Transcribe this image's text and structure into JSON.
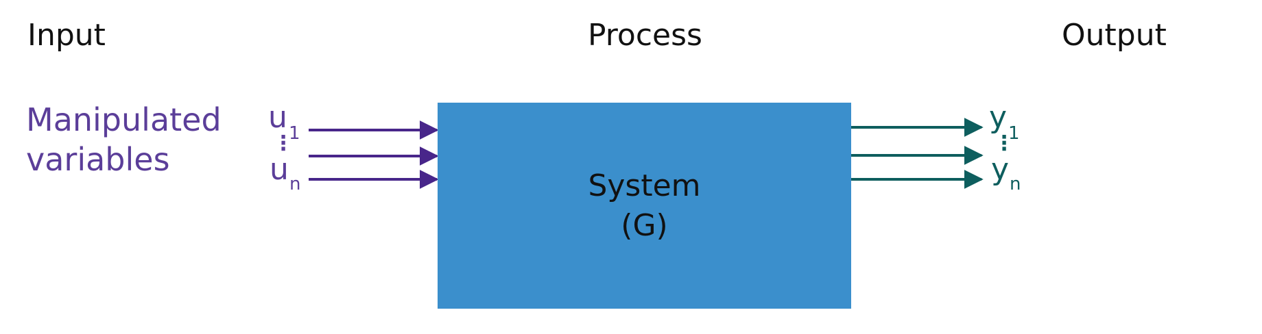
{
  "headings": {
    "input": "Input",
    "process": "Process",
    "output": "Output"
  },
  "input_label": {
    "line1": "Manipulated",
    "line2": "variables"
  },
  "system": {
    "line1": "System",
    "line2": "(G)"
  },
  "inputs": {
    "first": {
      "symbol": "u",
      "subscript": "1"
    },
    "dots": "⋮",
    "last": {
      "symbol": "u",
      "subscript": "n"
    }
  },
  "outputs": {
    "first": {
      "symbol": "y",
      "subscript": "1"
    },
    "dots": "⋮",
    "last": {
      "symbol": "y",
      "subscript": "n"
    }
  },
  "colors": {
    "input_purple": "#5b3e99",
    "input_arrow": "#48268a",
    "output_teal": "#0e5e5e",
    "system_blue": "#3b8fcc",
    "text_dark": "#111111"
  }
}
